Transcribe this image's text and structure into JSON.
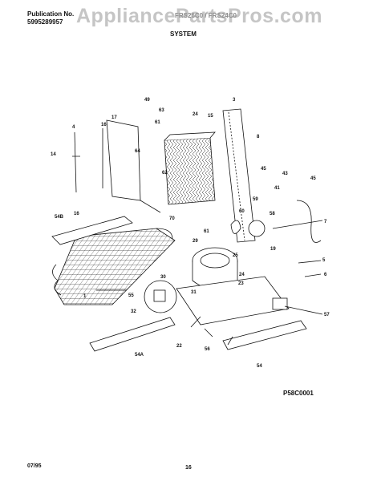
{
  "header": {
    "publication_label": "Publication No.",
    "publication_number": "5995289957",
    "model": "FRS26C0 / FRS24C0",
    "section_title": "SYSTEM"
  },
  "watermark": "AppliancePartsPros.com",
  "diagram": {
    "code": "P58C0001",
    "parts": [
      {
        "id": "p3",
        "label": "3"
      },
      {
        "id": "p5",
        "label": "5"
      },
      {
        "id": "p6",
        "label": "6"
      },
      {
        "id": "p7",
        "label": "7"
      },
      {
        "id": "p8",
        "label": "8"
      },
      {
        "id": "p14",
        "label": "14"
      },
      {
        "id": "p15",
        "label": "15"
      },
      {
        "id": "p16",
        "label": "16"
      },
      {
        "id": "p17",
        "label": "17"
      },
      {
        "id": "p19",
        "label": "19"
      },
      {
        "id": "p22",
        "label": "22"
      },
      {
        "id": "p23",
        "label": "23"
      },
      {
        "id": "p24",
        "label": "24"
      },
      {
        "id": "p25",
        "label": "25"
      },
      {
        "id": "p29",
        "label": "29"
      },
      {
        "id": "p30",
        "label": "30"
      },
      {
        "id": "p31",
        "label": "31"
      },
      {
        "id": "p32",
        "label": "32"
      },
      {
        "id": "p41",
        "label": "41"
      },
      {
        "id": "p43",
        "label": "43"
      },
      {
        "id": "p45a",
        "label": "45"
      },
      {
        "id": "p45b",
        "label": "45"
      },
      {
        "id": "p49",
        "label": "49"
      },
      {
        "id": "p54",
        "label": "54"
      },
      {
        "id": "p54A",
        "label": "54A"
      },
      {
        "id": "p54B",
        "label": "54B"
      },
      {
        "id": "p55",
        "label": "55"
      },
      {
        "id": "p56",
        "label": "56"
      },
      {
        "id": "p57",
        "label": "57"
      },
      {
        "id": "p58",
        "label": "58"
      },
      {
        "id": "p59",
        "label": "59"
      },
      {
        "id": "p60",
        "label": "60"
      },
      {
        "id": "p61",
        "label": "61"
      },
      {
        "id": "p61b",
        "label": "61"
      },
      {
        "id": "p62",
        "label": "62"
      },
      {
        "id": "p63",
        "label": "63"
      },
      {
        "id": "p64",
        "label": "64"
      },
      {
        "id": "p70",
        "label": "70"
      },
      {
        "id": "p1",
        "label": "1"
      },
      {
        "id": "p4",
        "label": "4"
      },
      {
        "id": "p16b",
        "label": "16"
      }
    ]
  },
  "footer": {
    "date": "07/95",
    "page": "16"
  }
}
